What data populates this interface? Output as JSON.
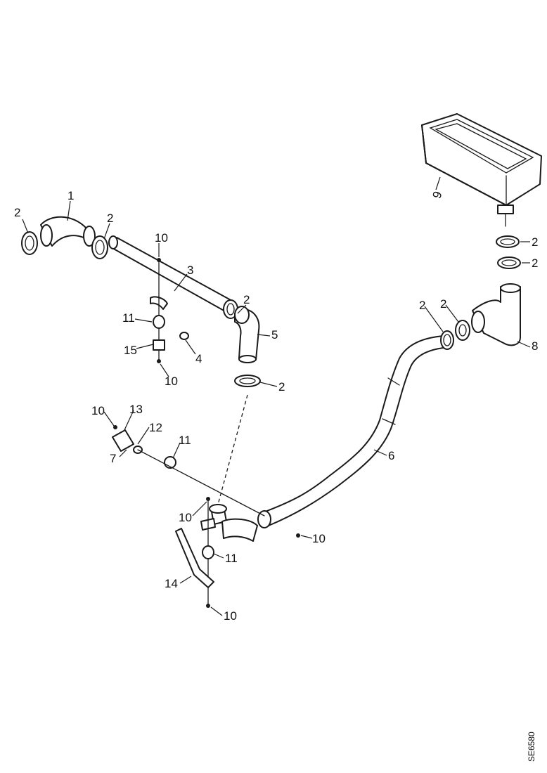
{
  "diagram": {
    "callouts": {
      "c1": "1",
      "c2": "2",
      "c3": "3",
      "c4": "4",
      "c5": "5",
      "c6": "6",
      "c7": "7",
      "c8": "8",
      "c9": "9",
      "c10": "10",
      "c11": "11",
      "c12": "12",
      "c13": "13",
      "c14": "14",
      "c15": "15"
    },
    "reference_code": "SE6580"
  }
}
